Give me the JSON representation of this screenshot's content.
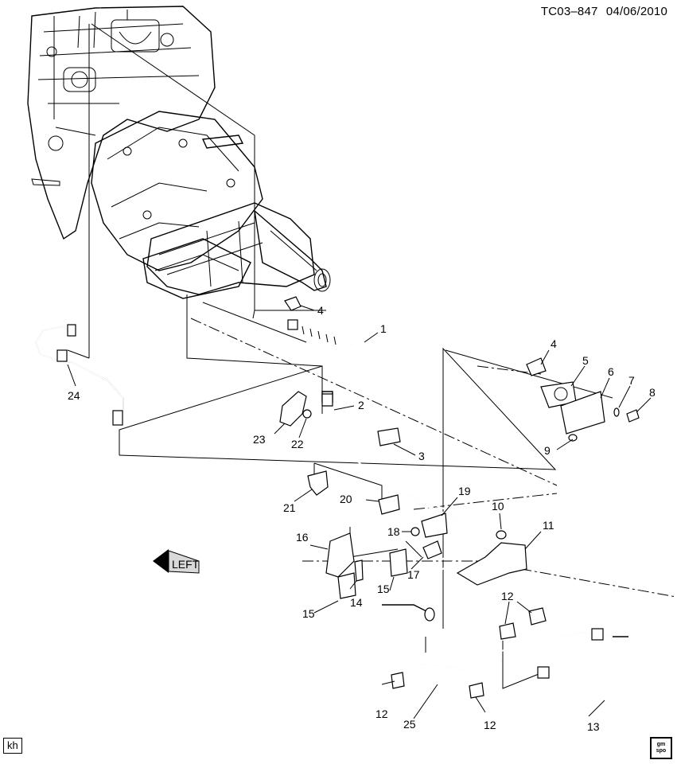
{
  "header": {
    "diagram_id": "TC03–847",
    "date": "04/06/2010"
  },
  "footer": {
    "initials": "kh",
    "logo_lines": [
      "gm",
      "spo"
    ]
  },
  "callouts": {
    "c1": "1",
    "c2": "2",
    "c3": "3",
    "c4a": "4",
    "c4b": "4",
    "c5": "5",
    "c6": "6",
    "c7": "7",
    "c8": "8",
    "c9": "9",
    "c10": "10",
    "c11": "11",
    "c12a": "12",
    "c12b": "12",
    "c12c": "12",
    "c13": "13",
    "c14": "14",
    "c15a": "15",
    "c15b": "15",
    "c16": "16",
    "c17": "17",
    "c18": "18",
    "c19": "19",
    "c20": "20",
    "c21": "21",
    "c22": "22",
    "c23": "23",
    "c24": "24",
    "c25": "25"
  },
  "direction_marker": {
    "text": "LEFT"
  }
}
